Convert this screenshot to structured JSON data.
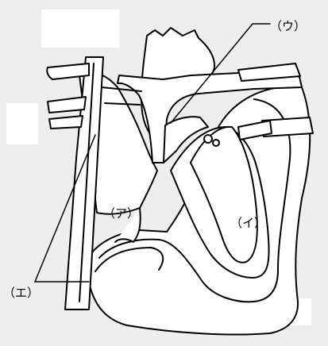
{
  "diagram": {
    "labels": {
      "a": "（ア）",
      "i": "（イ）",
      "u": "（ウ）",
      "e": "（エ）"
    },
    "colors": {
      "background": "#eeeeee",
      "fill": "#ffffff",
      "stroke": "#000000"
    }
  }
}
